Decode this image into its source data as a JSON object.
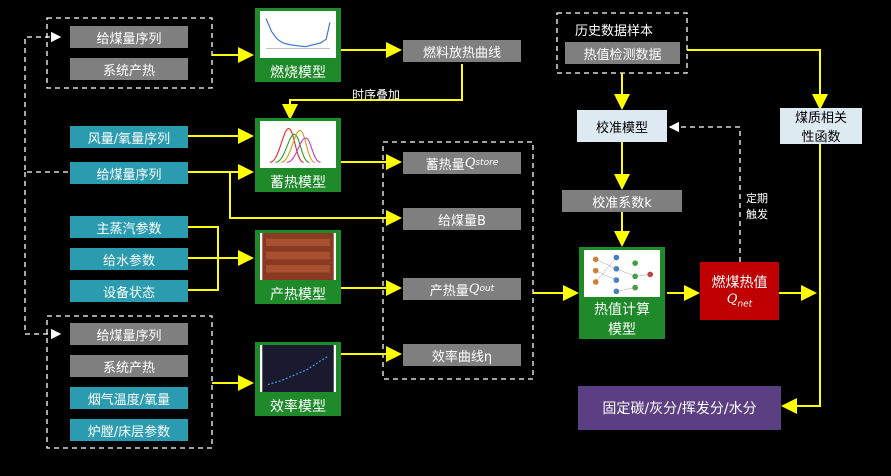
{
  "inputs_top": {
    "coal_feed": "给煤量序列",
    "system_heat": "系统产热"
  },
  "inputs_mid": {
    "air_oxygen": "风量/氧量序列",
    "coal_feed": "给煤量序列",
    "main_steam": "主蒸汽参数",
    "feedwater": "给水参数",
    "equipment": "设备状态"
  },
  "inputs_bottom": {
    "coal_feed": "给煤量序列",
    "system_heat": "系统产热",
    "flue_gas": "烟气温度/氧量",
    "furnace": "炉膛/床层参数"
  },
  "models": {
    "combustion": "燃烧模型",
    "heat_storage": "蓄热模型",
    "heat_production": "产热模型",
    "efficiency": "效率模型"
  },
  "outputs": {
    "fuel_curve": "燃料放热曲线",
    "time_overlay": "时序叠加",
    "storage": "蓄热量",
    "storage_sub": "store",
    "coal_b": "给煤量B",
    "production": "产热量",
    "production_sub": "out",
    "efficiency_curve": "效率曲线η"
  },
  "right": {
    "history_title": "历史数据样本",
    "calorific_data": "热值检测数据",
    "calibration_model": "校准模型",
    "calibration_coef": "校准系数k",
    "calc_model_line1": "热值计算",
    "calc_model_line2": "模型",
    "coal_heat": "燃煤热值",
    "coal_heat_sub": "net",
    "correlation_line1": "煤质相关",
    "correlation_line2": "性函数",
    "periodic_line1": "定期",
    "periodic_line2": "触发",
    "components": "固定碳/灰分/挥发分/水分"
  },
  "colors": {
    "arrow": "#ffff00",
    "teal": "#2b9bb0",
    "gray": "#7f7f7f",
    "green": "#1f8a2a",
    "red": "#c00000",
    "purple": "#5b3f82"
  }
}
